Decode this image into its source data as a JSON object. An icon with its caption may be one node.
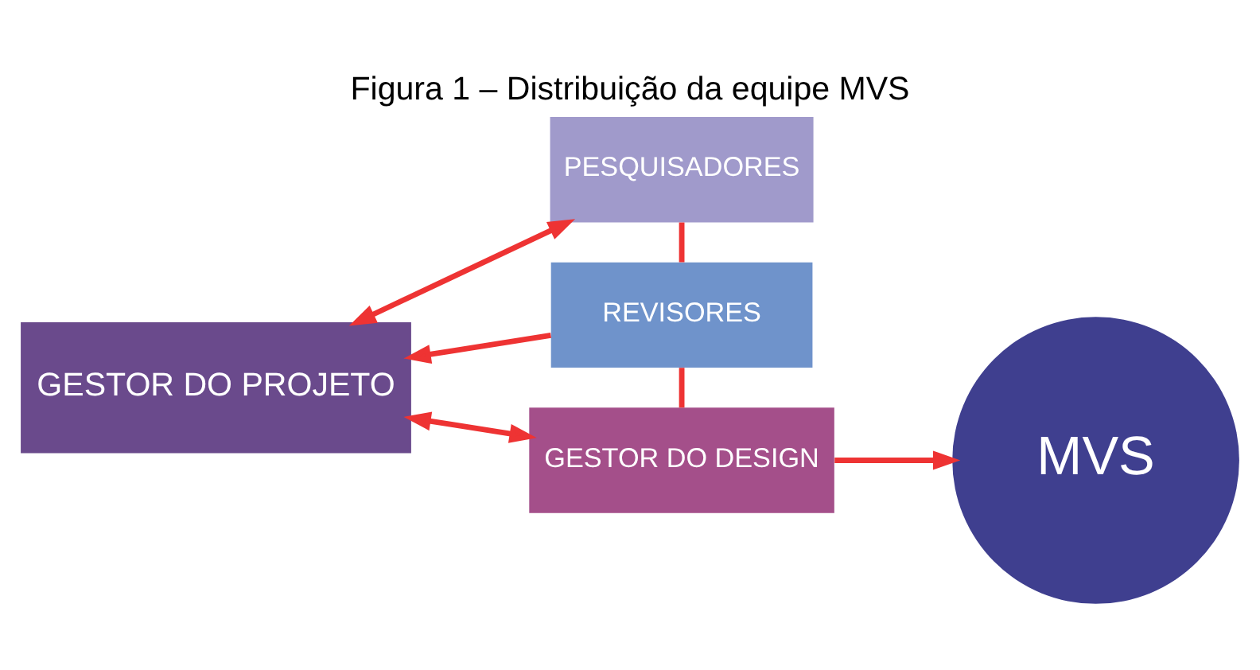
{
  "diagram": {
    "title": "Figura 1 – Distribuição da equipe MVS",
    "nodes": [
      {
        "text": [
          "GESTOR DO PROJETO"
        ]
      },
      {
        "text": [
          "PESQUISADORES"
        ]
      },
      {
        "text": [
          "REVISORES"
        ]
      },
      {
        "text": [
          "GESTOR DO DESIGN"
        ]
      },
      {
        "text": [
          "MVS"
        ]
      }
    ],
    "edges": [
      {
        "from": 0,
        "to": 1,
        "arrow": "both"
      },
      {
        "from": 2,
        "to": 0,
        "arrow": "to"
      },
      {
        "from": 0,
        "to": 3,
        "arrow": "both"
      },
      {
        "from": 1,
        "to": 2,
        "arrow": "none"
      },
      {
        "from": 2,
        "to": 3,
        "arrow": "none"
      },
      {
        "from": 3,
        "to": 4,
        "arrow": "to"
      }
    ]
  }
}
